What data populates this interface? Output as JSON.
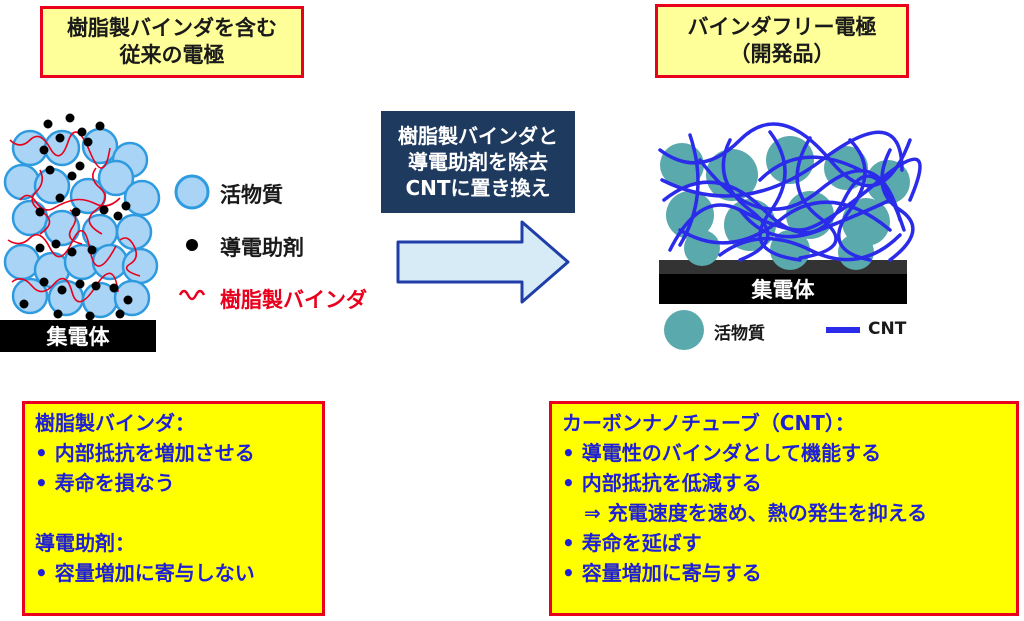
{
  "left_panel": {
    "title_lines": [
      "樹脂製バインダを含む",
      "従来の電極"
    ],
    "collector_label": "集電体",
    "legend": {
      "active_material": "活物質",
      "conductive_aid": "導電助剤",
      "resin_binder": "樹脂製バインダ"
    }
  },
  "right_panel": {
    "title_lines": [
      "バインダフリー電極",
      "（開発品）"
    ],
    "collector_label": "集電体",
    "legend": {
      "active_material": "活物質",
      "cnt": "CNT"
    }
  },
  "process": {
    "lines": [
      "樹脂製バインダと",
      "導電助剤を除去",
      "CNTに置き換え"
    ]
  },
  "left_info": {
    "lines": [
      {
        "text": "樹脂製バインダ："
      },
      {
        "text": "• 内部抵抗を増加させる"
      },
      {
        "text": "• 寿命を損なう"
      },
      {
        "text": ""
      },
      {
        "text": "導電助剤："
      },
      {
        "text": "• 容量増加に寄与しない"
      }
    ]
  },
  "right_info": {
    "lines": [
      {
        "text": "カーボンナノチューブ（CNT）："
      },
      {
        "text": "• 導電性のバインダとして機能する"
      },
      {
        "text": "• 内部抵抗を低減する"
      },
      {
        "text": "⇒ 充電速度を速め、熱の発生を抑える"
      },
      {
        "text": "• 寿命を延ばす"
      },
      {
        "text": "• 容量増加に寄与する"
      }
    ]
  },
  "colors": {
    "title_fill": "#ffff99",
    "info_fill": "#ffff00",
    "border_red": "#e8001c",
    "info_text": "#1f1fd6",
    "binder_red": "#e8001c",
    "particle_left": "#a9d4f5",
    "particle_left_stroke": "#2e9be0",
    "particle_right": "#5aa9ad",
    "cnt_blue": "#2b2bea",
    "process_fill": "#1f3a5f",
    "arrow_fill": "#d7ebf7",
    "arrow_stroke": "#1f3ea8"
  }
}
